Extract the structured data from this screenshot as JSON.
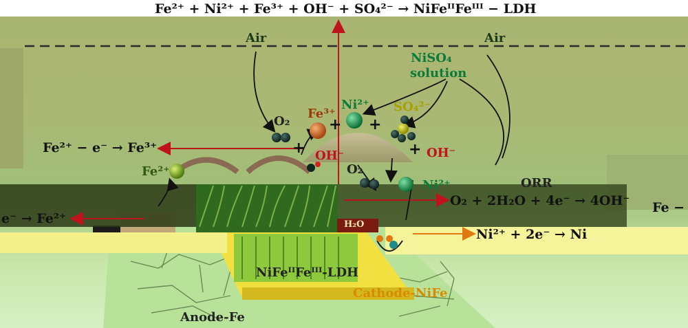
{
  "equations": {
    "top": "Fe²⁺ + Ni²⁺ + Fe³⁺ + OH⁻ + SO₄²⁻ → NiFeᴵᴵFeᴵᴵᴵ − LDH",
    "oxidation": "Fe²⁺ − e⁻ → Fe³⁺",
    "anode_left": "e⁻ → Fe²⁺",
    "orr": "O₂ + 2H₂O + 4e⁻ → 4OH⁻",
    "nickel": "Ni²⁺ + 2e⁻ → Ni",
    "right_partial": "Fe −"
  },
  "labels": {
    "air_left": "Air",
    "air_right": "Air",
    "niso4_line1": "NiSO₄",
    "niso4_line2": "solution",
    "o2_top": "O₂",
    "fe3": "Fe³⁺",
    "ni2_top": "Ni²⁺",
    "so4": "SO₄²⁻",
    "oh_mid": "OH⁻",
    "oh_right": "OH⁻",
    "fe2": "Fe²⁺",
    "o2_mid": "O₂",
    "ni2_mid": "Ni²⁺",
    "orr": "ORR",
    "ldh": "NiFeᴵᴵFeᴵᴵᴵ-LDH",
    "cathode": "Cathode-NiFe",
    "anode": "Anode-Fe",
    "h2o": "H₂O"
  },
  "colors": {
    "red_arrow": "#c0141c",
    "orange_arrow": "#e07a10",
    "dashed_line": "#2a2a2a",
    "ldh_green": "#2f6a1e",
    "cathode_yellow": "#f2e040"
  }
}
